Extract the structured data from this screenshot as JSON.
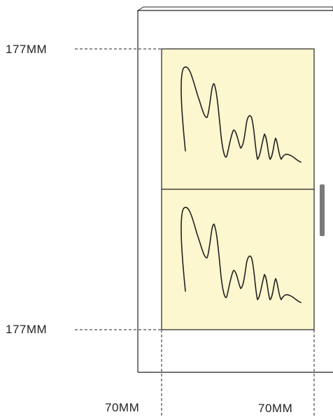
{
  "dimensions": {
    "top_height": "177MM",
    "bottom_height": "177MM",
    "left_width": "70MM",
    "right_width": "70MM"
  },
  "colors": {
    "panel_fill": "#fdf7cf",
    "line": "#222222",
    "handle": "#7a7a7a"
  }
}
